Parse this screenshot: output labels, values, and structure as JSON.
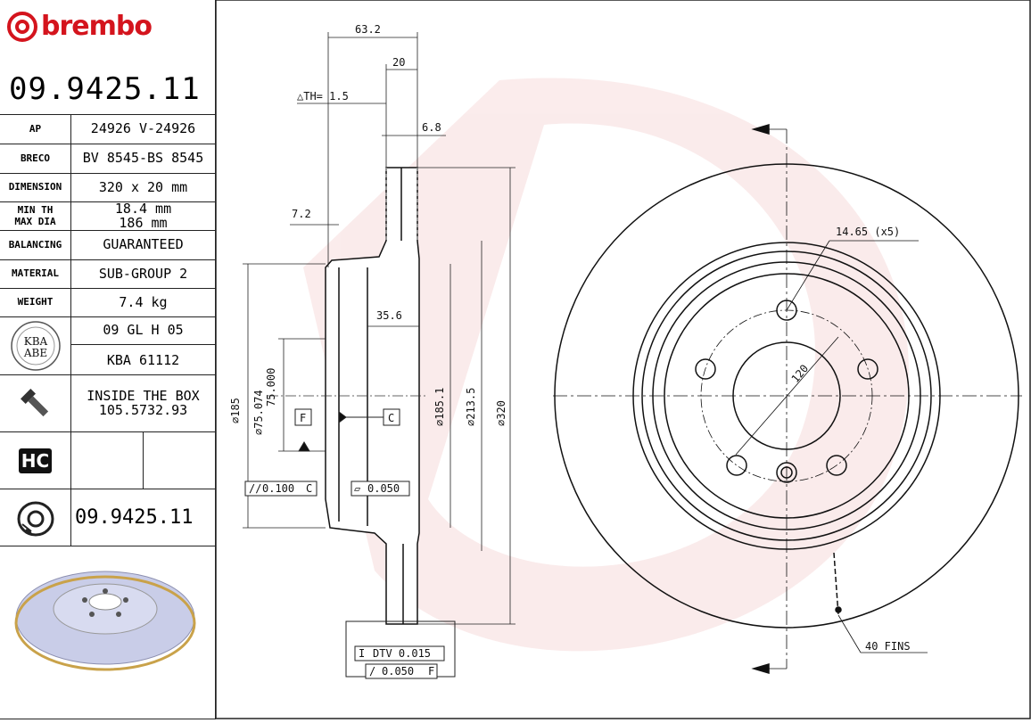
{
  "brand": "brembo",
  "part_number": "09.9425.11",
  "specs": [
    {
      "label": "AP",
      "value": "24926 V-24926"
    },
    {
      "label": "BRECO",
      "value": "BV 8545-BS 8545"
    },
    {
      "label": "DIMENSION",
      "value": "320 x 20 mm"
    },
    {
      "label": "MIN TH\nMAX DIA",
      "value": "18.4 mm\n186 mm"
    },
    {
      "label": "BALANCING",
      "value": "GUARANTEED"
    },
    {
      "label": "MATERIAL",
      "value": "SUB-GROUP 2"
    },
    {
      "label": "WEIGHT",
      "value": "7.4 kg"
    }
  ],
  "kba": {
    "logo": "KBA ABE",
    "approval": "09 GL H 05",
    "number": "KBA 61112"
  },
  "inside_box": {
    "line1": "INSIDE THE BOX",
    "line2": "105.5732.93"
  },
  "hc_label": "HC",
  "bottom_part_number": "09.9425.11",
  "colors": {
    "brand_red": "#d4141d",
    "watermark": "#f7dcdc",
    "disc_blue": "#c9cde8"
  },
  "drawing": {
    "dim_63_2": "63.2",
    "dim_20": "20",
    "th": "△TH= 1.5",
    "dim_6_8": "6.8",
    "dim_7_2": "7.2",
    "dim_35_6": "35.6",
    "d185": "⌀185",
    "d75": "⌀75.074",
    "d75b": "75.000",
    "d185_1": "⌀185.1",
    "d213_5": "⌀213.5",
    "d320": "⌀320",
    "datum_f": "F",
    "datum_c": "C",
    "parallel": "0.100",
    "parallel_ref": "C",
    "flatness": "0.050",
    "dtv": "DTV 0.015",
    "runout": "0.050",
    "runout_ref": "F",
    "holes": "14.65 (x5)",
    "pcd": "120",
    "fins": "40 FINS"
  }
}
